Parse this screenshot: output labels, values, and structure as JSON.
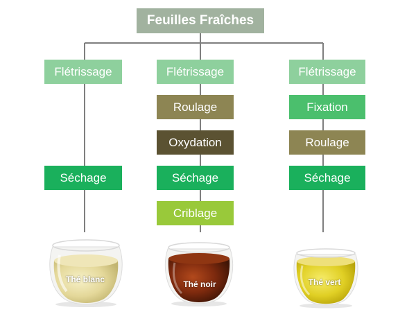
{
  "colors": {
    "root": "#a1b29f",
    "fletrissage": "#8ed09d",
    "roulage": "#8d8553",
    "oxydation": "#5b5232",
    "sechage": "#1ab05c",
    "criblage": "#99c93a",
    "fixation": "#4bbf6d",
    "line": "#7f7f7f"
  },
  "diagram": {
    "root": "Feuilles Fraîches",
    "branches": [
      {
        "steps": [
          "Flétrissage",
          "Séchage"
        ],
        "tea": "Thé blanc"
      },
      {
        "steps": [
          "Flétrissage",
          "Roulage",
          "Oxydation",
          "Séchage",
          "Criblage"
        ],
        "tea": "Thé noir"
      },
      {
        "steps": [
          "Flétrissage",
          "Fixation",
          "Roulage",
          "Séchage"
        ],
        "tea": "Thé vert"
      }
    ]
  }
}
